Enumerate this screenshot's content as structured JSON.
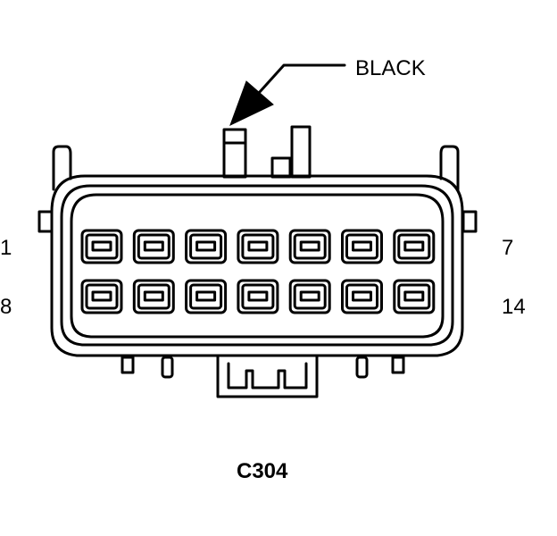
{
  "connector": {
    "id": "C304",
    "color_label": "BLACK",
    "pin_labels": {
      "top_left": "1",
      "top_right": "7",
      "bottom_left": "8",
      "bottom_right": "14"
    },
    "cavity_rows": 2,
    "cavities_per_row": 7
  },
  "colors": {
    "line": "#000000",
    "background": "#ffffff"
  }
}
